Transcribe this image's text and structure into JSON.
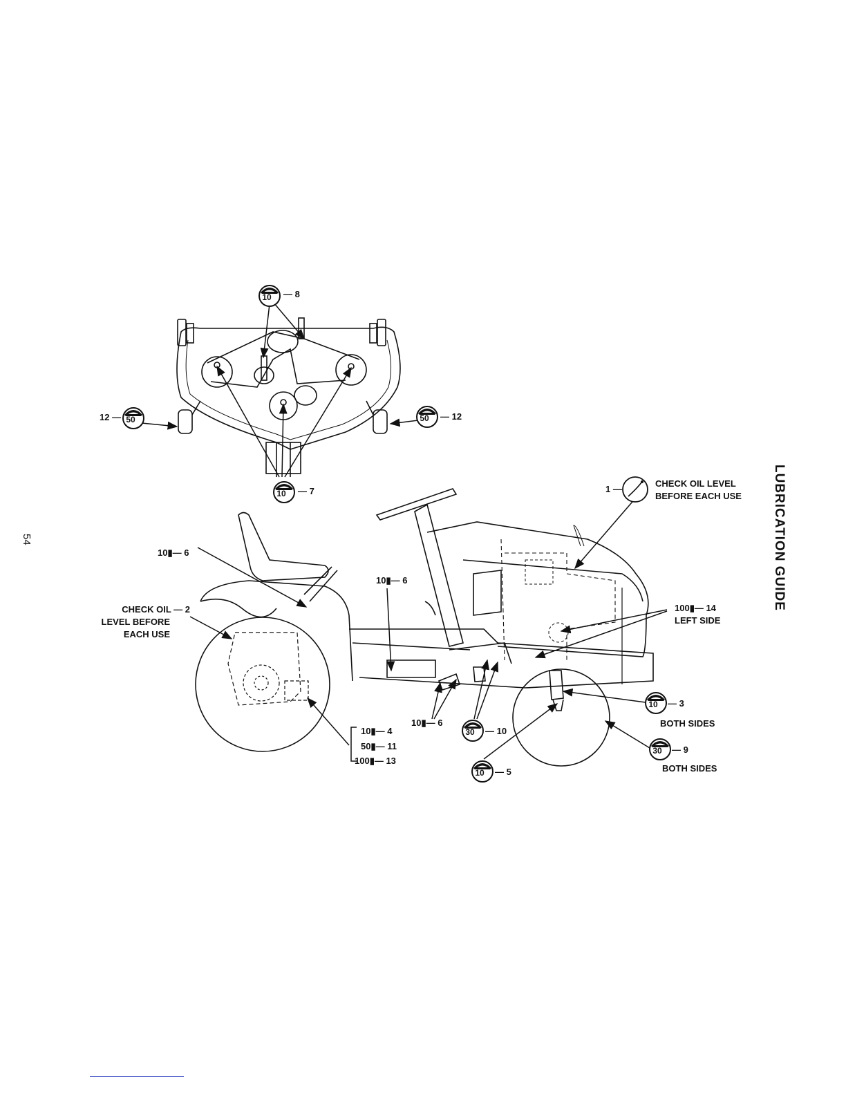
{
  "page": {
    "number": "54",
    "section_title": "LUBRICATION GUIDE"
  },
  "interval_badges": [
    {
      "id": "deck-8",
      "interval": "10",
      "item": "8"
    },
    {
      "id": "deck-12-left",
      "interval": "50",
      "item": "12"
    },
    {
      "id": "deck-12-right",
      "interval": "50",
      "item": "12"
    },
    {
      "id": "deck-7",
      "interval": "10",
      "item": "7"
    },
    {
      "id": "tractor-3",
      "interval": "10",
      "item": "3"
    },
    {
      "id": "tractor-10",
      "interval": "30",
      "item": "10"
    },
    {
      "id": "tractor-9",
      "interval": "30",
      "item": "9"
    },
    {
      "id": "tractor-5",
      "interval": "10",
      "item": "5"
    }
  ],
  "callouts": {
    "deck_8": "— 8",
    "deck_12_left": "12 —",
    "deck_12_right": "— 12",
    "deck_7": "— 7",
    "oil_level_1_num": "1 —",
    "oil_level_1_line1": "CHECK OIL LEVEL",
    "oil_level_1_line2": "BEFORE EACH USE",
    "seat_6": "10▮— 6",
    "mid_6": "10▮— 6",
    "lower_6": "10▮— 6",
    "check_oil_2_line1": "CHECK OIL — 2",
    "check_oil_2_line2": "LEVEL BEFORE",
    "check_oil_2_line3": "EACH USE",
    "left_side_14_line1": "100▮— 14",
    "left_side_14_line2": "LEFT SIDE",
    "item_3": "— 3",
    "both_sides_3": "BOTH SIDES",
    "item_9": "— 9",
    "both_sides_9": "BOTH SIDES",
    "item_10": "— 10",
    "item_5": "— 5",
    "rear_4": "10▮— 4",
    "rear_11": "50▮— 11",
    "rear_13": "100▮— 13"
  },
  "colors": {
    "ink": "#111111",
    "footer_rule": "#2a3fbf"
  },
  "icons": [
    "oil-can-icon",
    "dipstick-gauge-icon"
  ]
}
